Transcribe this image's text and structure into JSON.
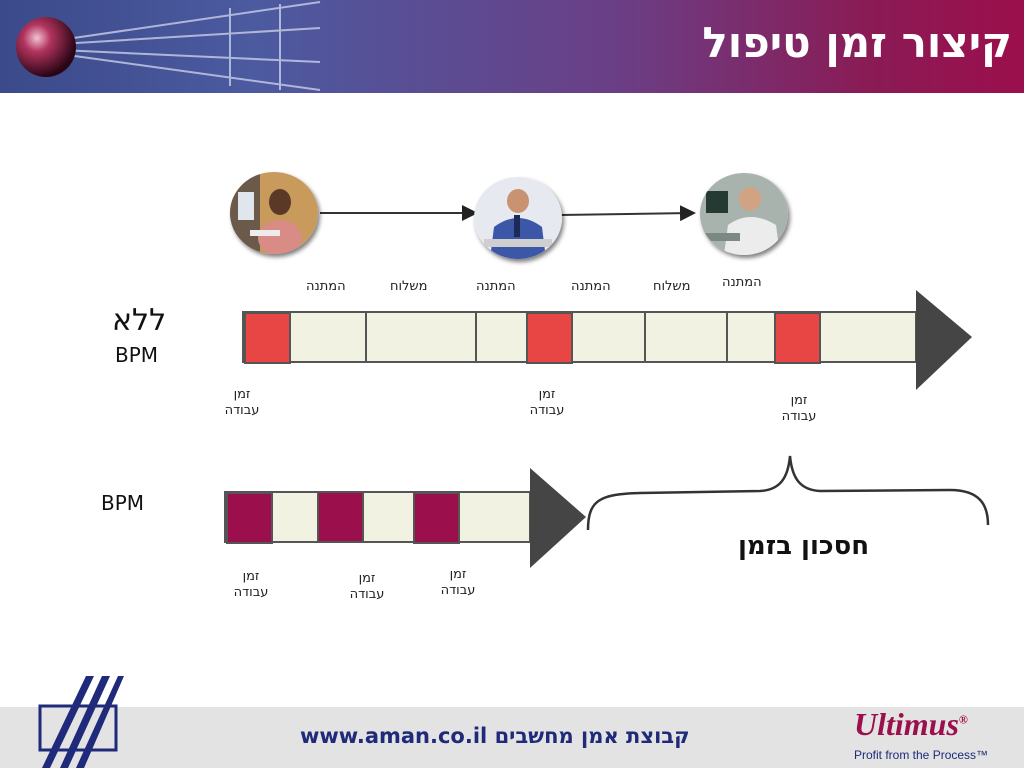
{
  "header": {
    "title": "קיצור זמן טיפול"
  },
  "top_row": {
    "title_line1": "ללא",
    "title_line2": "BPM",
    "segment_labels": [
      "המתנה",
      "משלוח",
      "המתנה",
      "המתנה",
      "משלוח",
      "המתנה"
    ],
    "work_labels": [
      {
        "line1": "זמן",
        "line2": "עבודה"
      },
      {
        "line1": "זמן",
        "line2": "עבודה"
      },
      {
        "line1": "זמן",
        "line2": "עבודה"
      }
    ]
  },
  "bottom_row": {
    "title": "BPM",
    "work_labels": [
      {
        "line1": "זמן",
        "line2": "עבודה"
      },
      {
        "line1": "זמן",
        "line2": "עבודה"
      },
      {
        "line1": "זמן",
        "line2": "עבודה"
      }
    ]
  },
  "savings": {
    "label": "חסכון בזמן"
  },
  "footer": {
    "text": "www.aman.co.il קבוצת אמן מחשבים",
    "brand": "Ultimus",
    "brand_mark": "®",
    "tagline": "Profit from the Process™"
  },
  "colors": {
    "work_top": "#e84545",
    "work_bottom": "#9b0f4c",
    "bar_fill": "#f2f2e2",
    "arrow": "#454545",
    "header_end": "#9b0f4c",
    "footer_text": "#1f2a7a"
  }
}
